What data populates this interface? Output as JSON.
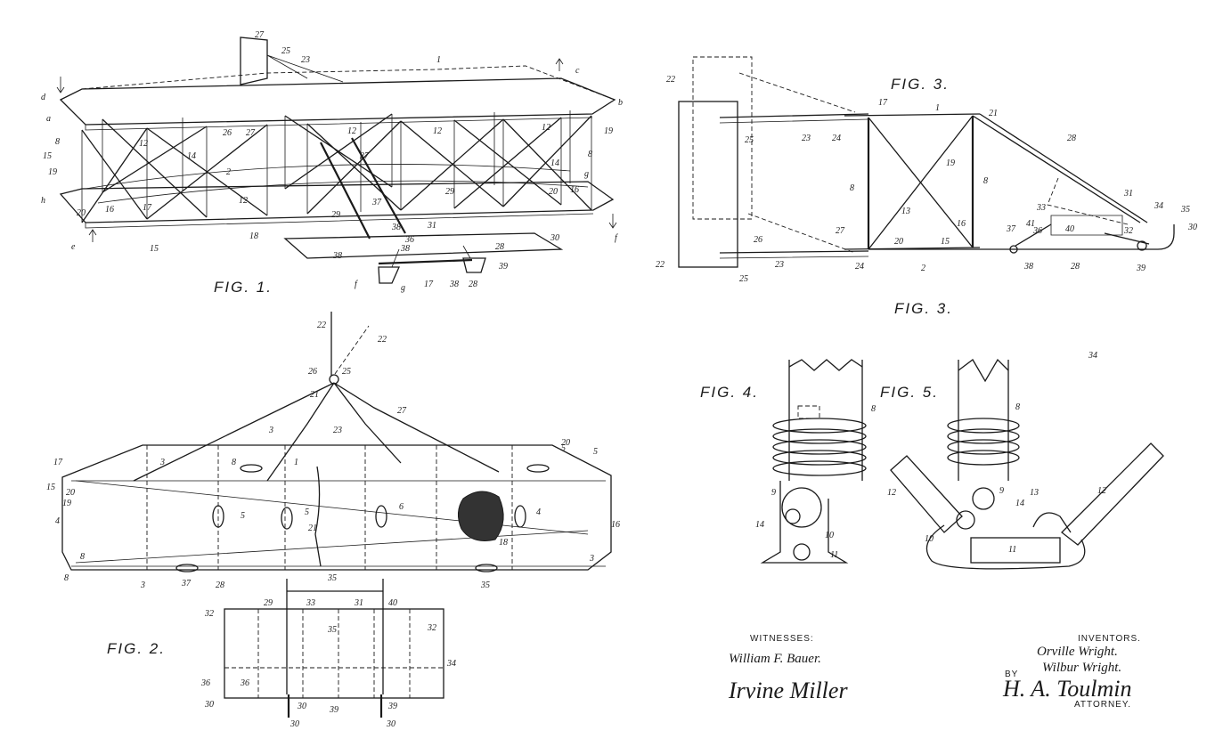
{
  "figures": {
    "fig1": "FIG. 1.",
    "fig2": "FIG. 2.",
    "fig3_top": "FIG. 3.",
    "fig3_bottom": "FIG. 3.",
    "fig4": "FIG. 4.",
    "fig5": "FIG. 5."
  },
  "signatures": {
    "witnesses_heading": "WITNESSES:",
    "witness_1": "William F. Bauer.",
    "witness_2": "Irvine Miller",
    "inventors_heading": "INVENTORS.",
    "inventor_1": "Orville Wright.",
    "inventor_2": "Wilbur Wright.",
    "by_label": "BY",
    "attorney_signature": "H. A. Toulmin",
    "attorney_label": "ATTORNEY."
  },
  "fig1_refs": [
    "27",
    "25",
    "23",
    "1",
    "c",
    "b",
    "d",
    "a",
    "8",
    "15",
    "19",
    "h",
    "e",
    "20",
    "16",
    "12",
    "14",
    "26",
    "27",
    "2",
    "18",
    "29",
    "37",
    "31",
    "36",
    "38",
    "30",
    "28",
    "39",
    "f",
    "g",
    "17"
  ],
  "fig2_refs": [
    "22",
    "22",
    "26",
    "25",
    "21",
    "23",
    "27",
    "17",
    "15",
    "20",
    "19",
    "4",
    "3",
    "8",
    "3",
    "1",
    "20",
    "5",
    "5",
    "5",
    "5",
    "6",
    "4",
    "18",
    "16",
    "21",
    "8",
    "3",
    "8",
    "3",
    "37",
    "28",
    "35",
    "35",
    "29",
    "33",
    "31",
    "40",
    "32",
    "32",
    "35",
    "34",
    "36",
    "36",
    "30",
    "30",
    "39"
  ],
  "fig3_refs": [
    "22",
    "25",
    "23",
    "24",
    "17",
    "1",
    "21",
    "28",
    "8",
    "13",
    "19",
    "8",
    "31",
    "34",
    "35",
    "30",
    "33",
    "41",
    "40",
    "22",
    "26",
    "27",
    "20",
    "16",
    "15",
    "37",
    "36",
    "38",
    "28",
    "39",
    "25",
    "23",
    "24",
    "2",
    "32"
  ],
  "fig4_refs": [
    "8",
    "9",
    "14",
    "10",
    "11"
  ],
  "fig5_refs": [
    "8",
    "12",
    "9",
    "14",
    "13",
    "12",
    "10",
    "11",
    "34"
  ]
}
